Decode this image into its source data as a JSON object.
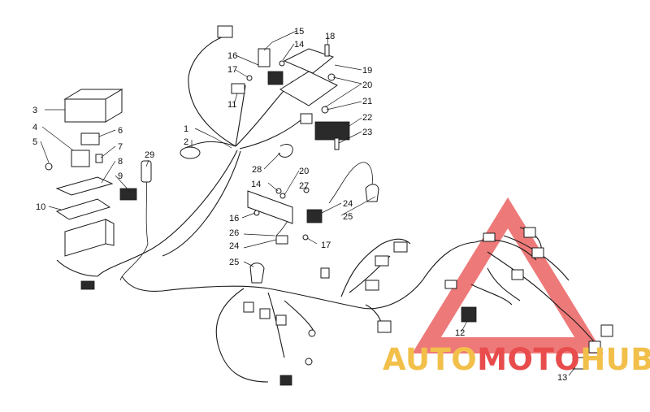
{
  "diagram": {
    "callouts": [
      {
        "id": "c1",
        "text": "1"
      },
      {
        "id": "c2",
        "text": "2"
      },
      {
        "id": "c3",
        "text": "3"
      },
      {
        "id": "c4",
        "text": "4"
      },
      {
        "id": "c5",
        "text": "5"
      },
      {
        "id": "c6",
        "text": "6"
      },
      {
        "id": "c7",
        "text": "7"
      },
      {
        "id": "c8",
        "text": "8"
      },
      {
        "id": "c9",
        "text": "9"
      },
      {
        "id": "c10",
        "text": "10"
      },
      {
        "id": "c11",
        "text": "11"
      },
      {
        "id": "c12",
        "text": "12"
      },
      {
        "id": "c13",
        "text": "13"
      },
      {
        "id": "c14a",
        "text": "14"
      },
      {
        "id": "c14b",
        "text": "14"
      },
      {
        "id": "c15",
        "text": "15"
      },
      {
        "id": "c16a",
        "text": "16"
      },
      {
        "id": "c16b",
        "text": "16"
      },
      {
        "id": "c17a",
        "text": "17"
      },
      {
        "id": "c17b",
        "text": "17"
      },
      {
        "id": "c18",
        "text": "18"
      },
      {
        "id": "c19",
        "text": "19"
      },
      {
        "id": "c20a",
        "text": "20"
      },
      {
        "id": "c20b",
        "text": "20"
      },
      {
        "id": "c21",
        "text": "21"
      },
      {
        "id": "c22",
        "text": "22"
      },
      {
        "id": "c23",
        "text": "23"
      },
      {
        "id": "c24a",
        "text": "24"
      },
      {
        "id": "c24b",
        "text": "24"
      },
      {
        "id": "c25a",
        "text": "25"
      },
      {
        "id": "c25b",
        "text": "25"
      },
      {
        "id": "c26",
        "text": "26"
      },
      {
        "id": "c27",
        "text": "27"
      },
      {
        "id": "c28",
        "text": "28"
      },
      {
        "id": "c29",
        "text": "29"
      }
    ]
  },
  "watermark": {
    "part1": "AUTO",
    "part2": "MOTO",
    "part3": "HUB",
    "colors": {
      "auto": "#f2c04a",
      "moto": "#e84c4c",
      "hub": "#f2c04a",
      "triangle": "#e84c4c"
    }
  }
}
